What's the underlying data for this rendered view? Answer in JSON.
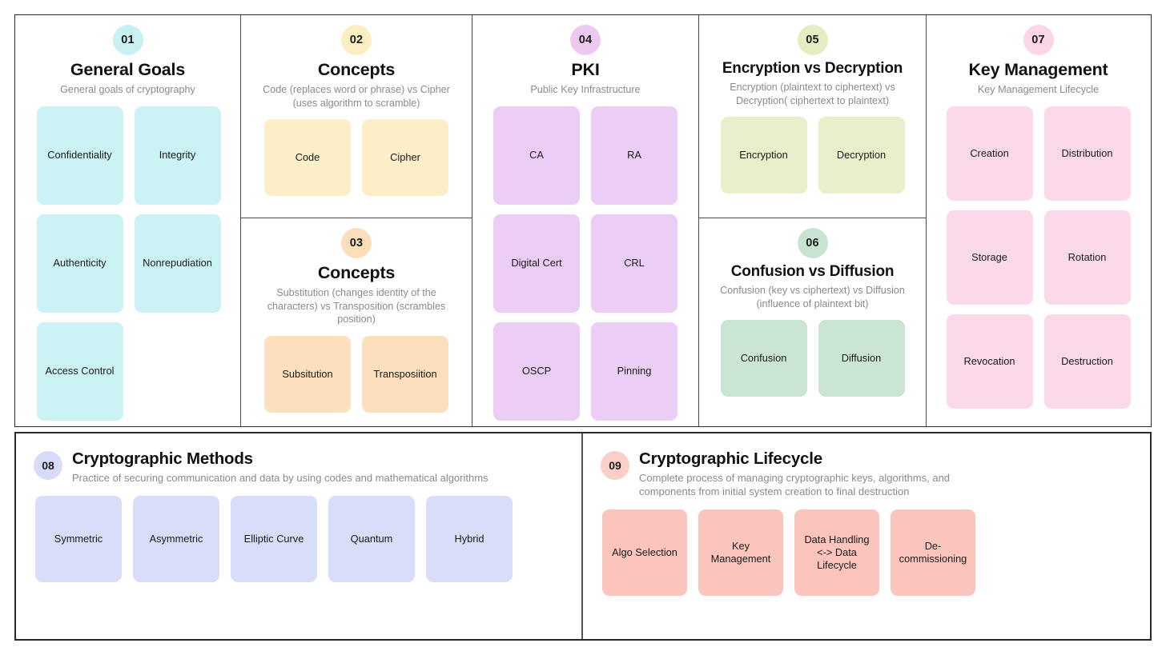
{
  "colors": {
    "cyan_badge": "#c9f0f2",
    "cyan_card": "#cbf2f4",
    "yellow_badge": "#fbeec2",
    "yellow_card": "#fcefc7",
    "orange_badge": "#fbdfba",
    "orange_card": "#fce0bd",
    "purple_badge": "#edc9f0",
    "purple_card": "#eccdf5",
    "green_badge": "#e4eec3",
    "green_card": "#e8f0cb",
    "mint_badge": "#c7e4d2",
    "mint_card": "#cbe5d4",
    "pink_badge": "#fbd5e8",
    "pink_card": "#fbd9ea",
    "lavender_badge": "#d8dcf8",
    "lavender_card": "#d9ddf9",
    "salmon_badge": "#fbcfc9",
    "salmon_card": "#fbc5bd",
    "frame": "#2b2b2b",
    "divider": "#4a4a4a",
    "title": "#111111",
    "subtitle": "#8a8a8a"
  },
  "sections": [
    {
      "id": "general-goals",
      "number": "01",
      "title": "General Goals",
      "subtitle": "General goals of cryptography",
      "cards": [
        "Confidentiality",
        "Integrity",
        "Authenticity",
        "Nonrepudiation",
        "Access Control"
      ]
    },
    {
      "id": "concepts-code-cipher",
      "number": "02",
      "title": "Concepts",
      "subtitle": "Code (replaces word or phrase) vs Cipher (uses algorithm to scramble)",
      "cards": [
        "Code",
        "Cipher"
      ]
    },
    {
      "id": "concepts-substitution-transposition",
      "number": "03",
      "title": "Concepts",
      "subtitle": "Substitution (changes identity of the characters) vs Transposition (scrambles position)",
      "cards": [
        "Subsitution",
        "Transposiition"
      ]
    },
    {
      "id": "pki",
      "number": "04",
      "title": "PKI",
      "subtitle": "Public Key Infrastructure",
      "cards": [
        "CA",
        "RA",
        "Digital Cert",
        "CRL",
        "OSCP",
        "Pinning"
      ]
    },
    {
      "id": "encryption-vs-decryption",
      "number": "05",
      "title": "Encryption vs Decryption",
      "subtitle": "Encryption (plaintext to ciphertext) vs Decryption( ciphertext to plaintext)",
      "cards": [
        "Encryption",
        "Decryption"
      ]
    },
    {
      "id": "confusion-vs-diffusion",
      "number": "06",
      "title": "Confusion vs Diffusion",
      "subtitle": "Confusion (key vs ciphertext) vs Diffusion (influence of plaintext bit)",
      "cards": [
        "Confusion",
        "Diffusion"
      ]
    },
    {
      "id": "key-management",
      "number": "07",
      "title": "Key Management",
      "subtitle": "Key Management Lifecycle",
      "cards": [
        "Creation",
        "Distribution",
        "Storage",
        "Rotation",
        "Revocation",
        "Destruction"
      ]
    },
    {
      "id": "cryptographic-methods",
      "number": "08",
      "title": "Cryptographic Methods",
      "subtitle": "Practice of securing communication and data by using codes and mathematical algorithms",
      "cards": [
        "Symmetric",
        "Asymmetric",
        "Elliptic Curve",
        "Quantum",
        "Hybrid"
      ]
    },
    {
      "id": "cryptographic-lifecycle",
      "number": "09",
      "title": "Cryptographic Lifecycle",
      "subtitle": "Complete process of managing cryptographic keys, algorithms, and components from initial system creation to final destruction",
      "cards": [
        "Algo Selection",
        "Key Management",
        "Data Handling <-> Data Lifecycle",
        "De-commissioning"
      ]
    }
  ]
}
